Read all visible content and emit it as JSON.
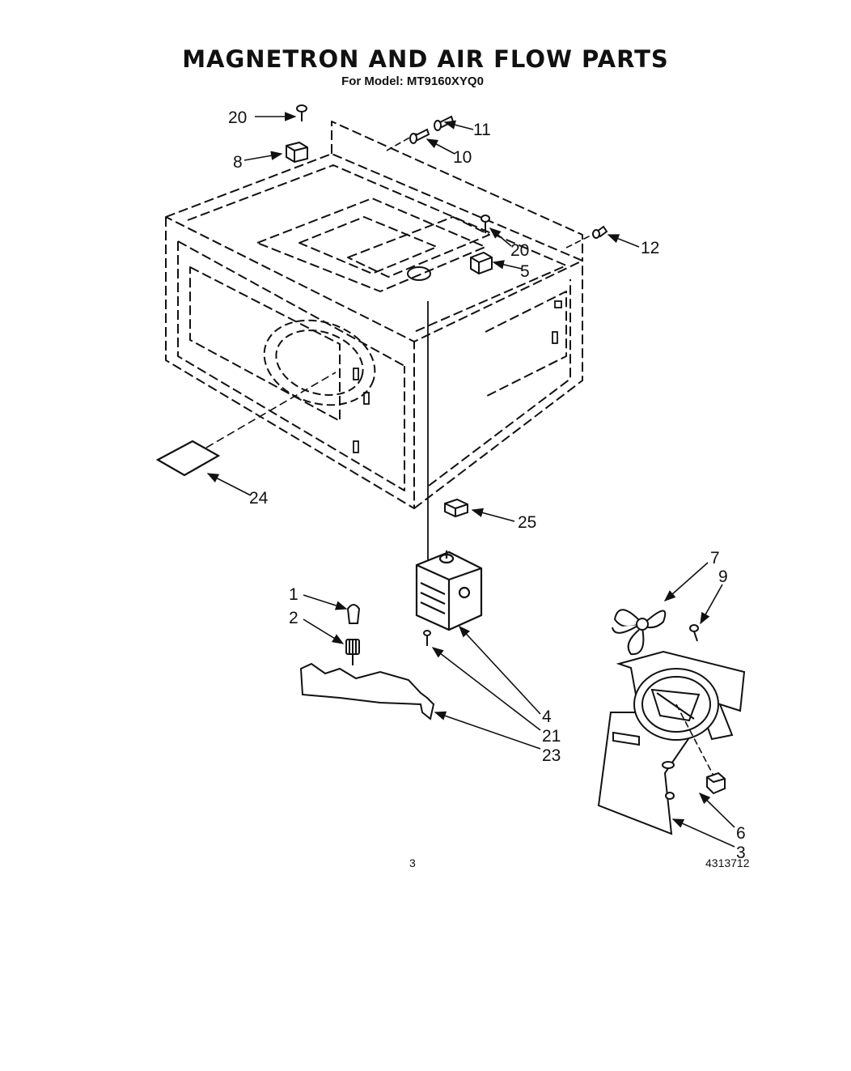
{
  "header": {
    "title": "MAGNETRON AND AIR FLOW PARTS",
    "model_line": "For Model: MT9160XYQ0"
  },
  "callouts": {
    "c20a": "20",
    "c11": "11",
    "c8": "8",
    "c10": "10",
    "c20b": "20",
    "c12": "12",
    "c5": "5",
    "c24": "24",
    "c25": "25",
    "c7": "7",
    "c9": "9",
    "c1": "1",
    "c2": "2",
    "c4": "4",
    "c21": "21",
    "c23": "23",
    "c6": "6",
    "c3": "3"
  },
  "footer": {
    "page_number": "3",
    "doc_number": "4313712"
  }
}
